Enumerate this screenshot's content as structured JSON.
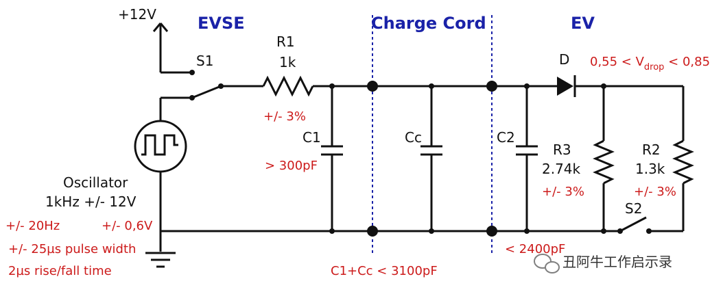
{
  "sections": {
    "evse": "EVSE",
    "cord": "Charge Cord",
    "ev": "EV"
  },
  "supply": {
    "voltage": "+12V"
  },
  "switch_s1": "S1",
  "r1": {
    "name": "R1",
    "value": "1k",
    "tol": "+/- 3%"
  },
  "c1": {
    "name": "C1",
    "spec": "> 300pF"
  },
  "cc": {
    "name": "Cc"
  },
  "c2": {
    "name": "C2",
    "spec": "< 2400pF"
  },
  "diode": {
    "name": "D",
    "vdrop_pre": "0,55 < V",
    "vdrop_sub": "drop",
    "vdrop_post": " < 0,85"
  },
  "r3": {
    "name": "R3",
    "value": "2.74k",
    "tol": "+/- 3%"
  },
  "r2": {
    "name": "R2",
    "value": "1.3k",
    "tol": "+/- 3%"
  },
  "switch_s2": "S2",
  "oscillator": {
    "line1": "Oscillator",
    "line2": "1kHz  +/- 12V"
  },
  "tolerances": {
    "freq": "+/- 20Hz",
    "amp": "+/- 0,6V",
    "pulse": "+/- 25µs pulse width",
    "rise": "2µs rise/fall time"
  },
  "cap_sum": "C1+Cc < 3100pF",
  "watermark": "丑阿牛工作启示录",
  "colors": {
    "section": "#1a22a8",
    "tolerance": "#cc1a1a",
    "wire": "#111111"
  },
  "icons": [
    "ground-icon",
    "square-wave-icon",
    "arrow-up-icon",
    "wechat-icon"
  ]
}
